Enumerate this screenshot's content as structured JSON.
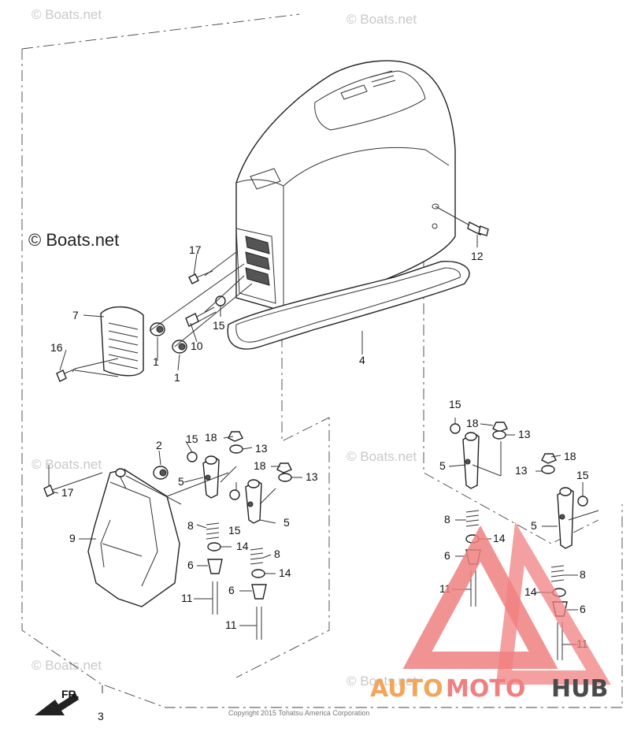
{
  "watermarks": {
    "main": "© Boats.net",
    "faint": "© Boats.net"
  },
  "copyright": "Copyright 2015 Tohatsu America Corporation",
  "front_label": "FR.",
  "logo": {
    "part1": "AUTO",
    "part2": "MOTO",
    "part3": "HUB",
    "color_primary": "#f2a55b",
    "color_accent": "#f08080",
    "color_dark": "#4a4a4a"
  },
  "callouts": {
    "c1a": "1",
    "c1b": "1",
    "c2": "2",
    "c3": "3",
    "c4": "4",
    "c5a": "5",
    "c5b": "5",
    "c5c": "5",
    "c5d": "5",
    "c6a": "6",
    "c6b": "6",
    "c6c": "6",
    "c6d": "6",
    "c7": "7",
    "c8a": "8",
    "c8b": "8",
    "c8c": "8",
    "c8d": "8",
    "c9": "9",
    "c10": "10",
    "c11a": "11",
    "c11b": "11",
    "c11c": "11",
    "c11d": "11",
    "c12": "12",
    "c13a": "13",
    "c13b": "13",
    "c13c": "13",
    "c13d": "13",
    "c14a": "14",
    "c14b": "14",
    "c14c": "14",
    "c14d": "14",
    "c15a": "15",
    "c15b": "15",
    "c15c": "15",
    "c15d": "15",
    "c15e": "15",
    "c16": "16",
    "c17a": "17",
    "c17b": "17",
    "c18a": "18",
    "c18b": "18",
    "c18c": "18",
    "c18d": "18"
  }
}
